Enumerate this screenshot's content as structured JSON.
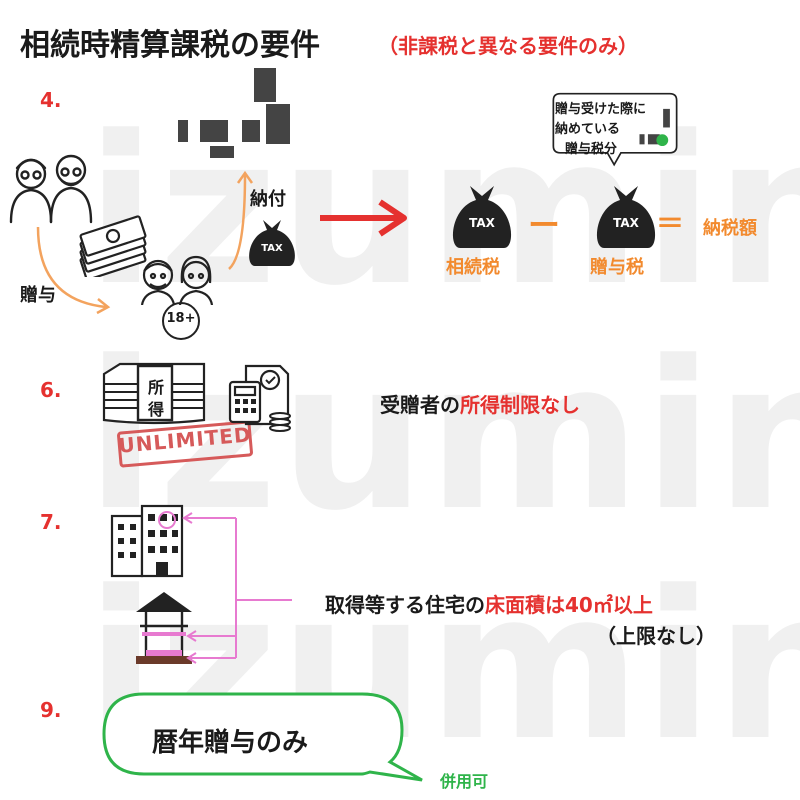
{
  "watermark": "izumin",
  "header": {
    "title": "相続時精算課税の要件",
    "subtitle": "（非課税と異なる要件のみ）"
  },
  "section4": {
    "number": "4.",
    "gift_label": "贈与",
    "age_badge": "18+",
    "pay_label": "納付",
    "tax_bag_text": "TAX",
    "bubble_lines": [
      "贈与受けた際に",
      "納めている",
      "贈与税分"
    ],
    "inheritance_tax_label": "相続税",
    "gift_tax_label": "贈与税",
    "result_label": "納税額",
    "minus": "ー",
    "equals": "＝"
  },
  "section6": {
    "number": "6.",
    "income_chars": [
      "所",
      "得"
    ],
    "stamp_text": "UNLIMITED",
    "text_prefix": "受贈者の",
    "text_highlight": "所得制限なし"
  },
  "section7": {
    "number": "7.",
    "text_prefix": "取得等する住宅の",
    "text_highlight": "床面積は40㎡以上",
    "text_line2": "（上限なし）"
  },
  "section9": {
    "number": "9.",
    "speech_text": "暦年贈与のみ",
    "side_label": "併用可"
  },
  "colors": {
    "red": "#e5312f",
    "orange": "#f28a2e",
    "green": "#2fb44a",
    "pink": "#e77ad0",
    "dark": "#333333"
  }
}
